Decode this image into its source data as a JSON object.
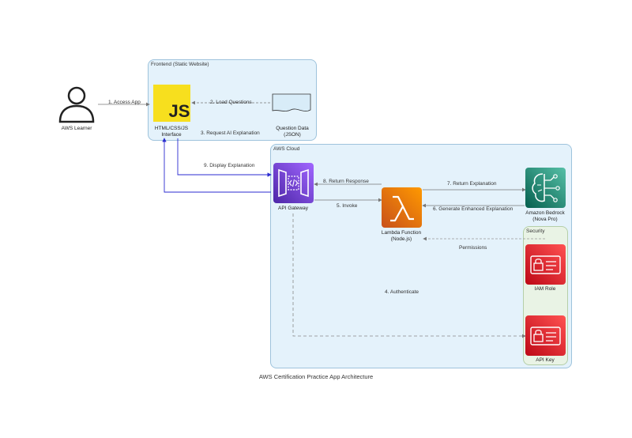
{
  "caption": "AWS Certification Practice App Architecture",
  "clusters": {
    "frontend": "Frontend (Static Website)",
    "aws": "AWS Cloud",
    "security": "Security"
  },
  "nodes": {
    "learner": {
      "label": "AWS Learner",
      "icon": "user-icon"
    },
    "js": {
      "line1": "HTML/CSS/JS",
      "line2": "Interface",
      "icon": "javascript-icon",
      "icon_text": "JS",
      "color": "#f7df1e"
    },
    "questions": {
      "line1": "Question Data",
      "line2": "(JSON)",
      "icon": "document-icon"
    },
    "apigw": {
      "label": "API Gateway",
      "icon": "api-gateway-icon",
      "color": "#7b3fe4"
    },
    "lambda": {
      "line1": "Lambda Function",
      "line2": "(Node.js)",
      "icon": "lambda-icon",
      "color": "#ed7100"
    },
    "bedrock": {
      "line1": "Amazon Bedrock",
      "line2": "(Nova Pro)",
      "icon": "bedrock-icon",
      "color": "#01a88d"
    },
    "iam": {
      "label": "IAM Role",
      "icon": "iam-role-icon",
      "color": "#dd344c"
    },
    "apikey": {
      "label": "API Key",
      "icon": "api-key-icon",
      "color": "#dd344c"
    }
  },
  "edges": {
    "e1": "1. Access App",
    "e2": "2. Load Questions",
    "e3": "3. Request AI Explanation",
    "e4": "4. Authenticate",
    "e5": "5. Invoke",
    "e6": "6. Generate Enhanced Explanation",
    "e7": "7. Return Explanation",
    "e8": "8. Return Response",
    "e9": "9. Display Explanation",
    "perm": "Permissions"
  }
}
